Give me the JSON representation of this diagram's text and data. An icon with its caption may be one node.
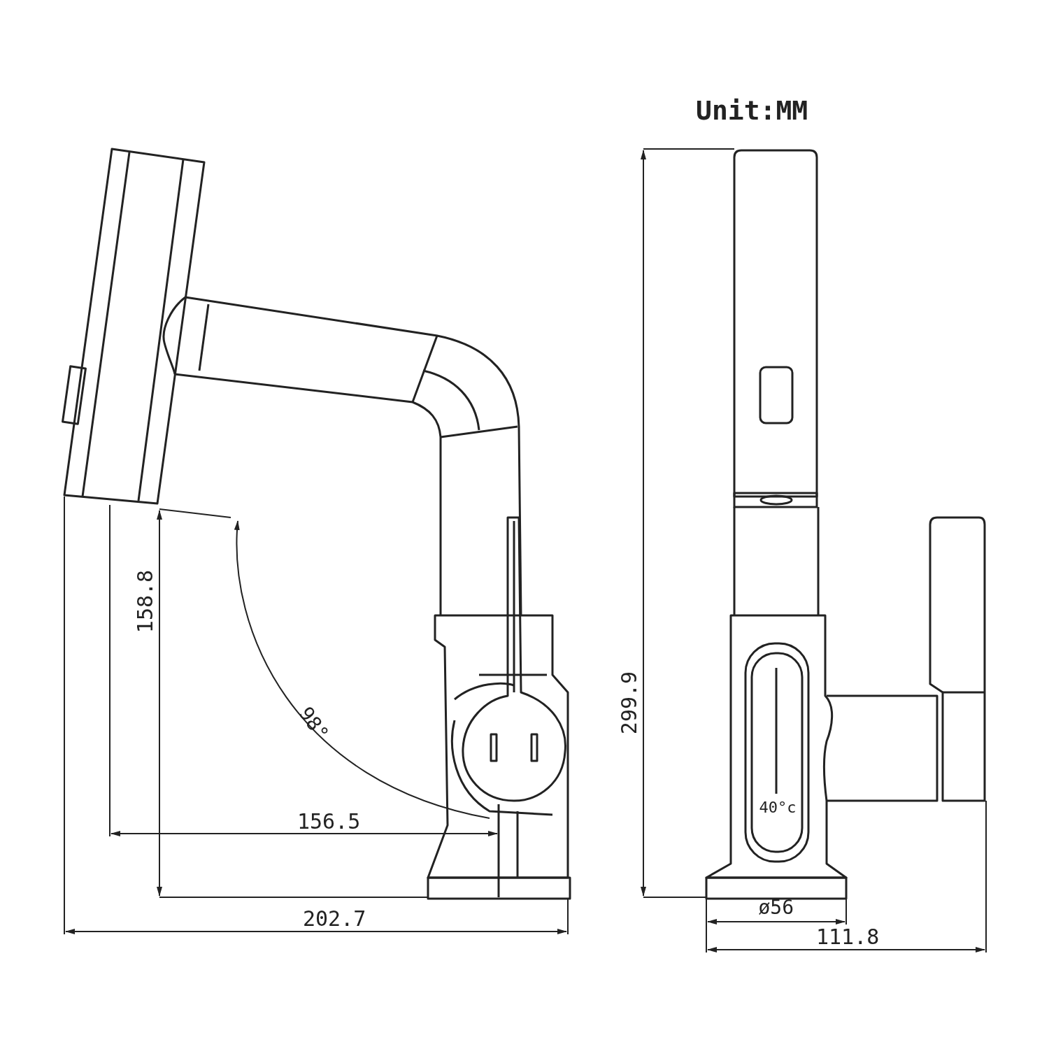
{
  "diagram": {
    "labels": [
      "Unit:MM",
      "158.8",
      "98°",
      "156.5",
      "202.7",
      "299.9",
      "ø56",
      "111.8",
      "40°c"
    ]
  }
}
